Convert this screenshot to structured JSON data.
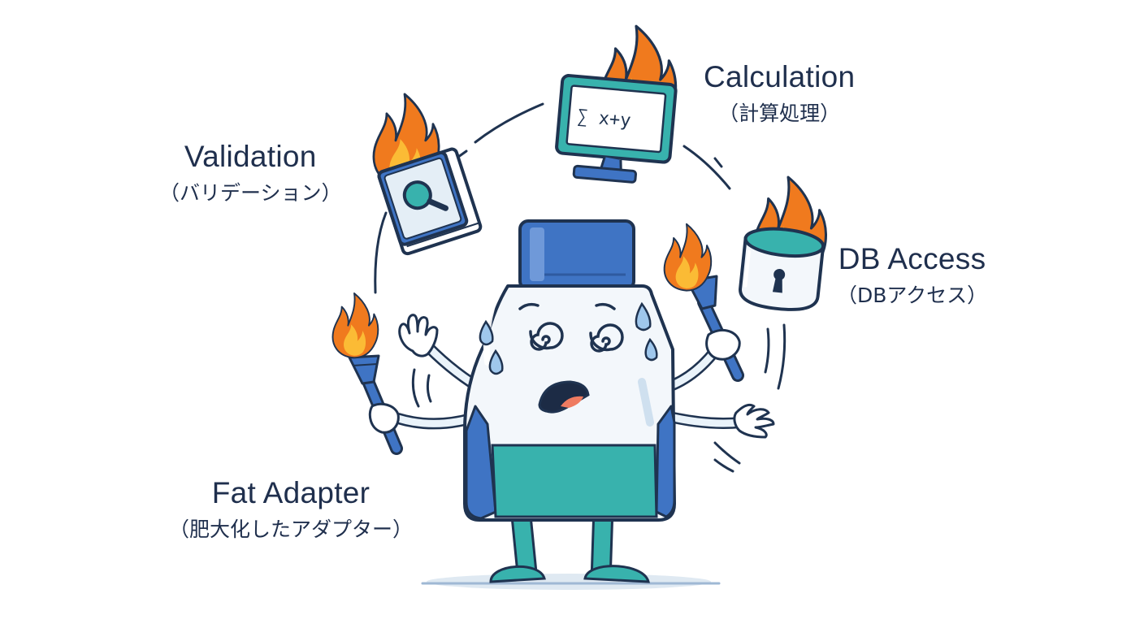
{
  "labels": {
    "validation": {
      "title": "Validation",
      "subtitle": "（バリデーション）"
    },
    "calculation": {
      "title": "Calculation",
      "subtitle": "（計算処理）"
    },
    "db_access": {
      "title": "DB Access",
      "subtitle": "（DBアクセス）"
    },
    "fat_adapter": {
      "title": "Fat Adapter",
      "subtitle": "（肥大化したアダプター）"
    }
  },
  "monitor_text": "∑ x+y",
  "icons": [
    "fire-icon",
    "book-magnifier-icon",
    "monitor-icon",
    "database-lock-icon",
    "torch-icon",
    "hand-icon"
  ],
  "colors": {
    "outline": "#1f3350",
    "flame_orange": "#f07a1e",
    "flame_yellow": "#fbbb35",
    "blue": "#3f74c4",
    "teal": "#38b2ad",
    "pale_blue": "#e4eef6"
  }
}
